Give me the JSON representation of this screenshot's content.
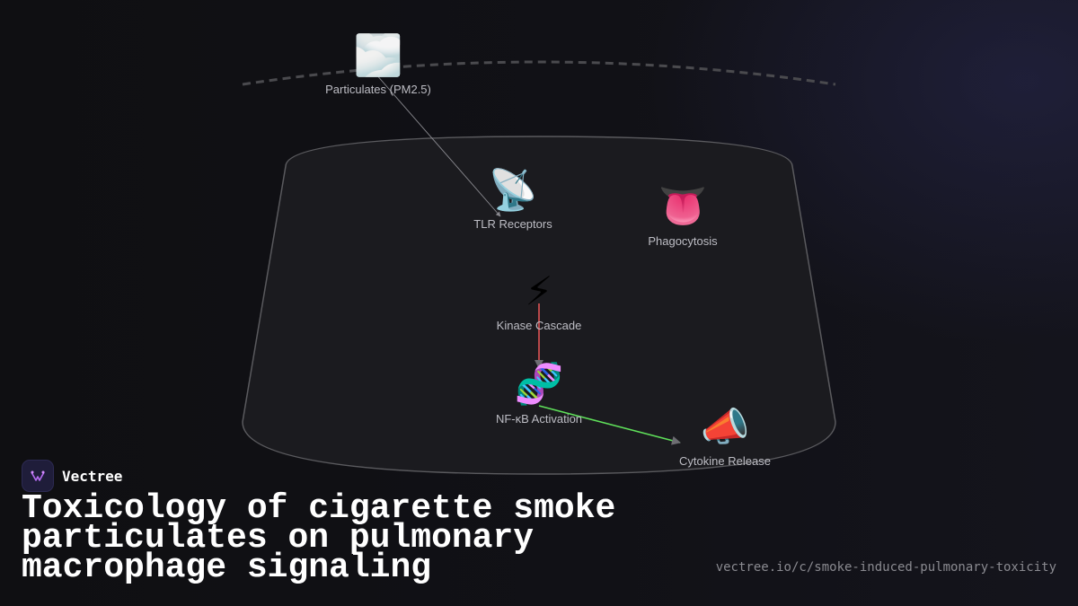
{
  "diagram": {
    "nodes": [
      {
        "id": "particulates",
        "icon": "🌫️",
        "icon_name": "fog-icon",
        "label": "Particulates (PM2.5)"
      },
      {
        "id": "tlr",
        "icon": "📡",
        "icon_name": "satellite-dish-icon",
        "label": "TLR Receptors"
      },
      {
        "id": "phagocytosis",
        "icon": "👅",
        "icon_name": "tongue-icon",
        "label": "Phagocytosis"
      },
      {
        "id": "kinase",
        "icon": "⚡",
        "icon_name": "lightning-icon",
        "label": "Kinase Cascade"
      },
      {
        "id": "nfkb",
        "icon": "🧬",
        "icon_name": "dna-icon",
        "label": "NF-κB Activation"
      },
      {
        "id": "cytokine",
        "icon": "📣",
        "icon_name": "megaphone-icon",
        "label": "Cytokine Release"
      }
    ],
    "edges": [
      {
        "from": "particulates",
        "to": "tlr",
        "color": "#8a8a90"
      },
      {
        "from": "kinase",
        "to": "nfkb",
        "color": "#e05555"
      },
      {
        "from": "nfkb",
        "to": "cytokine",
        "color": "#5fe05a"
      }
    ]
  },
  "brand": {
    "name": "Vectree",
    "logo_color": "#b56cf0"
  },
  "title": "Toxicology of cigarette smoke particulates on pulmonary macrophage signaling",
  "url": "vectree.io/c/smoke-induced-pulmonary-toxicity"
}
